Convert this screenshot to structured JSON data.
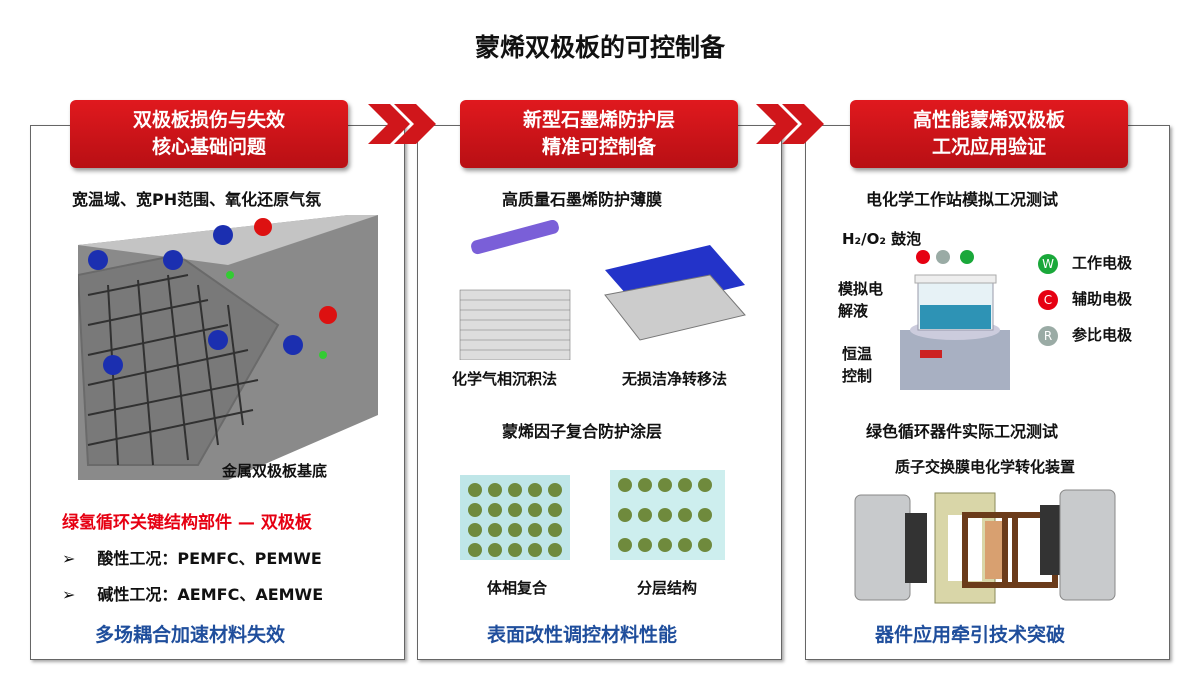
{
  "title": "蒙烯双极板的可控制备",
  "panels": [
    {
      "header": [
        "双极板损伤与失效",
        "核心基础问题"
      ],
      "subtitle": "宽温域、宽PH范围、氧化还原气氛",
      "image_label": "金属双极板基底",
      "key_text": "绿氢循环关键结构部件 — 双极板",
      "bullets": [
        {
          "marker": "➢",
          "text": "酸性工况：PEMFC、PEMWE"
        },
        {
          "marker": "➢",
          "text": "碱性工况：AEMFC、AEMWE"
        }
      ],
      "footer": "多场耦合加速材料失效"
    },
    {
      "header": [
        "新型石墨烯防护层",
        "精准可控制备"
      ],
      "section1": "高质量石墨烯防护薄膜",
      "method1": "化学气相沉积法",
      "method2": "无损洁净转移法",
      "section2": "蒙烯因子复合防护涂层",
      "method3": "体相复合",
      "method4": "分层结构",
      "footer": "表面改性调控材料性能"
    },
    {
      "header": [
        "高性能蒙烯双极板",
        "工况应用验证"
      ],
      "section1": "电化学工作站模拟工况测试",
      "bubble": "H₂/O₂ 鼓泡",
      "left_labels": [
        "模拟电解液",
        "恒温控制"
      ],
      "electrodes": [
        {
          "letter": "W",
          "label": "工作电极",
          "color": "#1aa83a"
        },
        {
          "letter": "C",
          "label": "辅助电极",
          "color": "#e60012"
        },
        {
          "letter": "R",
          "label": "参比电极",
          "color": "#9aaba5"
        }
      ],
      "section2": "绿色循环器件实际工况测试",
      "device": "质子交换膜电化学转化装置",
      "footer": "器件应用牵引技术突破"
    }
  ],
  "colors": {
    "header": "#d0161b",
    "footer": "#1f4e9c",
    "key": "#e60012"
  }
}
